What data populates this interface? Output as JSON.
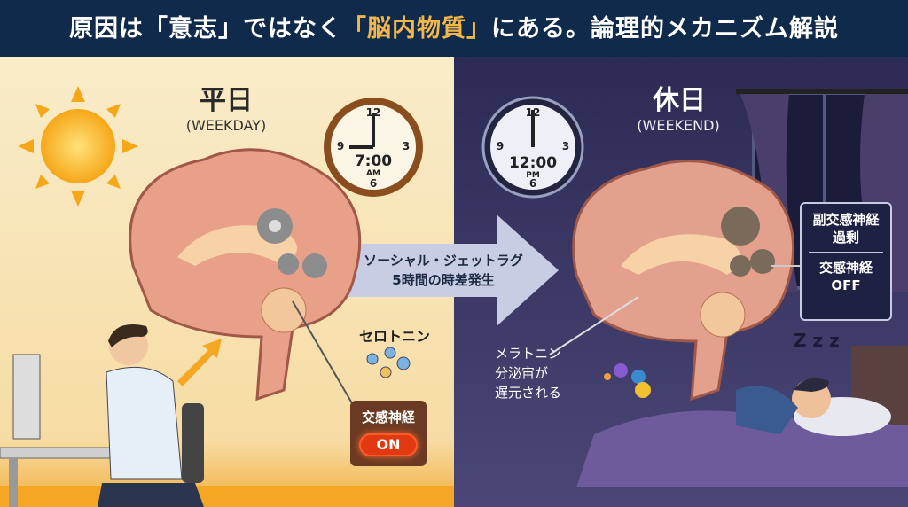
{
  "title": {
    "part1": "原因は「意志」ではなく",
    "highlight": "「脳内物質」",
    "part2": "にある。論理的メカニズム解説"
  },
  "weekday": {
    "heading": "平日",
    "sub": "(WEEKDAY)",
    "clock_time": "7:00",
    "clock_ampm": "AM",
    "serotonin_label": "セロトニン",
    "sympathetic_label": "交感神経",
    "sympathetic_state": "ON"
  },
  "weekend": {
    "heading": "休日",
    "sub": "(WEEKEND)",
    "clock_time": "12:00",
    "clock_ampm": "PM",
    "box_line1": "副交感神経",
    "box_line2": "過剰",
    "box_line3": "交感神経",
    "box_line4": "OFF",
    "melatonin_line1": "メラトニン",
    "melatonin_line2": "分泌宙が",
    "melatonin_line3": "遅元される",
    "zzz": "Z z z"
  },
  "arrow": {
    "line1": "ソーシャル・ジェットラグ",
    "line2": "5時間の時差発生"
  },
  "clock_numbers": [
    "12",
    "3",
    "6",
    "9"
  ],
  "colors": {
    "header": "#0f2a4a",
    "highlight": "#f2b64a",
    "weekday_bg": "#f7e6bf",
    "weekend_bg": "#3a3660",
    "on": "#e23a10"
  }
}
